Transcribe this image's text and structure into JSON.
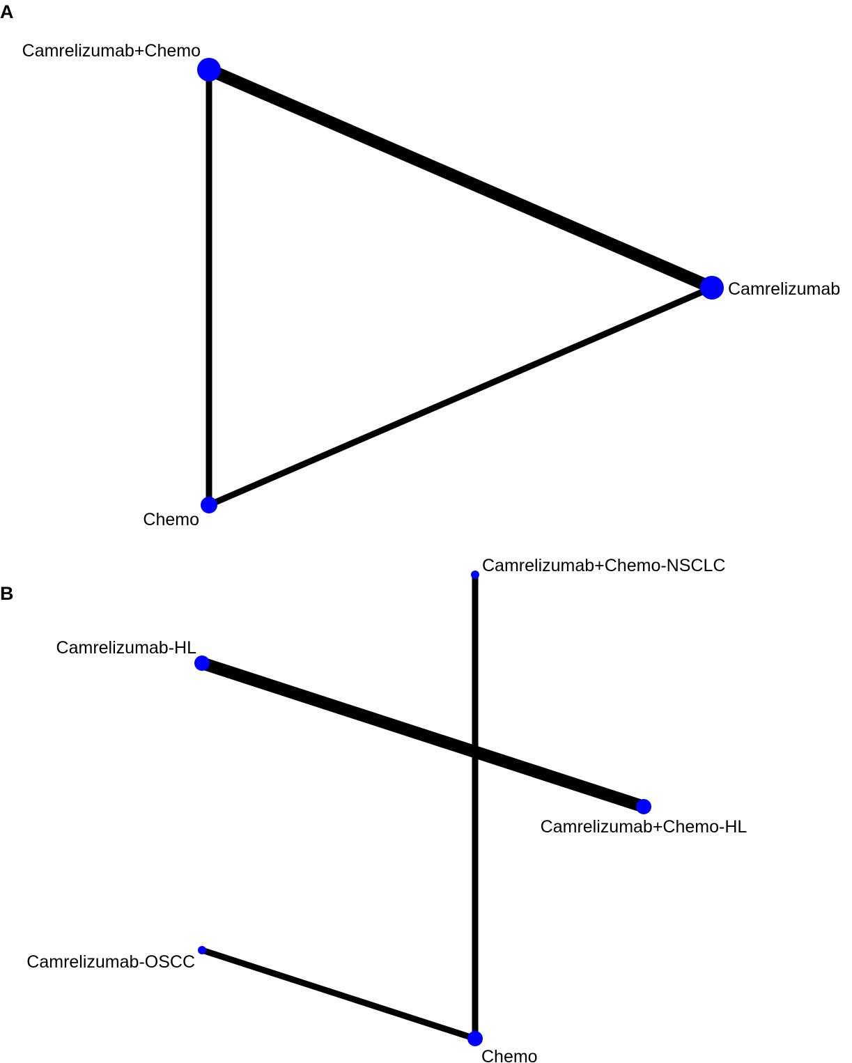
{
  "colors": {
    "node": "#0000ff",
    "edge": "#000000",
    "background": "#ffffff"
  },
  "panels": [
    {
      "letter": "A",
      "nodes": [
        {
          "id": "camrelizumab_chemo",
          "label": "Camrelizumab+Chemo"
        },
        {
          "id": "camrelizumab",
          "label": "Camrelizumab"
        },
        {
          "id": "chemo",
          "label": "Chemo"
        }
      ],
      "edges": [
        {
          "from": "camrelizumab_chemo",
          "to": "camrelizumab"
        },
        {
          "from": "camrelizumab_chemo",
          "to": "chemo"
        },
        {
          "from": "camrelizumab",
          "to": "chemo"
        }
      ]
    },
    {
      "letter": "B",
      "nodes": [
        {
          "id": "camrelizumab_chemo_nsclc",
          "label": "Camrelizumab+Chemo-NSCLC"
        },
        {
          "id": "camrelizumab_hl",
          "label": "Camrelizumab-HL"
        },
        {
          "id": "camrelizumab_chemo_hl",
          "label": "Camrelizumab+Chemo-HL"
        },
        {
          "id": "camrelizumab_oscc",
          "label": "Camrelizumab-OSCC"
        },
        {
          "id": "chemo_b",
          "label": "Chemo"
        }
      ],
      "edges": [
        {
          "from": "camrelizumab_hl",
          "to": "camrelizumab_chemo_hl"
        },
        {
          "from": "camrelizumab_chemo_nsclc",
          "to": "chemo_b"
        },
        {
          "from": "camrelizumab_oscc",
          "to": "chemo_b"
        }
      ]
    }
  ]
}
